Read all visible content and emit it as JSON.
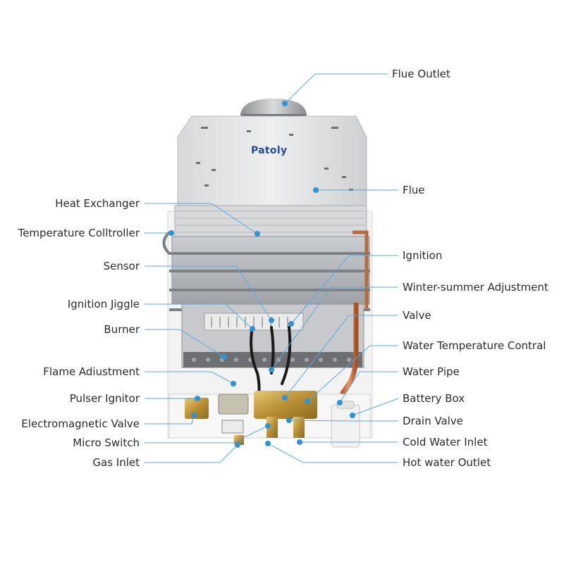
{
  "brand": "Patoly",
  "colors": {
    "leader": "#5aa9de",
    "dot": "#2f93d6",
    "text": "#2b2b2b"
  },
  "left_labels": [
    {
      "id": "heat-exchanger",
      "text": "Heat Exchanger"
    },
    {
      "id": "temperature-controller",
      "text": "Temperature Colltroller"
    },
    {
      "id": "sensor",
      "text": "Sensor"
    },
    {
      "id": "ignition-jiggle",
      "text": "Ignition Jiggle"
    },
    {
      "id": "burner",
      "text": "Burner"
    },
    {
      "id": "flame-adjustment",
      "text": "Flame Adiustment"
    },
    {
      "id": "pulser-ignitor",
      "text": "Pulser Ignitor"
    },
    {
      "id": "electromagnetic-valve",
      "text": "Electromagnetic Valve"
    },
    {
      "id": "micro-switch",
      "text": "Micro Switch"
    },
    {
      "id": "gas-inlet",
      "text": "Gas Inlet"
    }
  ],
  "right_labels": [
    {
      "id": "flue-outlet",
      "text": "Flue Outlet"
    },
    {
      "id": "flue",
      "text": "Flue"
    },
    {
      "id": "ignition",
      "text": "Ignition"
    },
    {
      "id": "winter-summer-adjustment",
      "text": "Winter-summer Adjustment"
    },
    {
      "id": "valve",
      "text": "Valve"
    },
    {
      "id": "water-temperature-control",
      "text": "Water Temperature Contral"
    },
    {
      "id": "water-pipe",
      "text": "Water Pipe"
    },
    {
      "id": "battery-box",
      "text": "Battery Box"
    },
    {
      "id": "drain-valve",
      "text": "Drain Valve"
    },
    {
      "id": "cold-water-inlet",
      "text": "Cold Water Inlet"
    },
    {
      "id": "hot-water-outlet",
      "text": "Hot water Outlet"
    }
  ]
}
